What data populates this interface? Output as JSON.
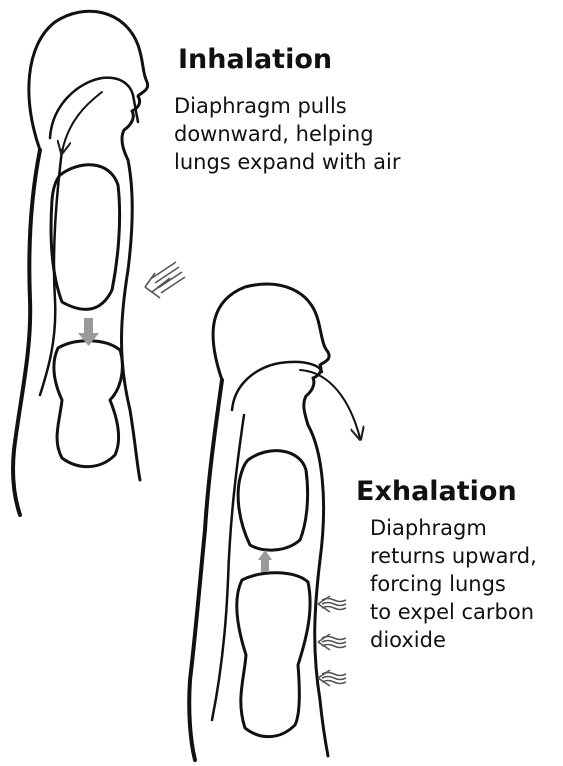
{
  "inhalation": {
    "heading": "Inhalation",
    "lines": [
      "Diaphragm pulls",
      "downward, helping",
      "lungs expand with air"
    ]
  },
  "exhalation": {
    "heading": "Exhalation",
    "lines": [
      "Diaphragm",
      "returns upward,",
      "forcing lungs",
      "to expel carbon",
      "dioxide"
    ]
  }
}
